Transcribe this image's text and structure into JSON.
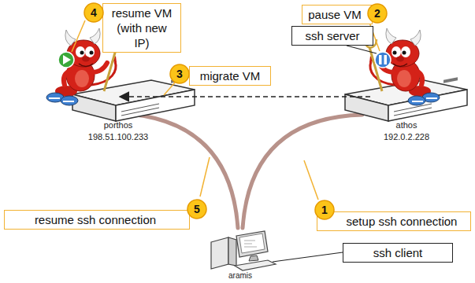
{
  "diagram": {
    "nodes": [
      {
        "text": [
          "4"
        ]
      },
      {
        "text": [
          "resume VM (with new IP)"
        ]
      },
      {
        "text": [
          "2"
        ]
      },
      {
        "text": [
          "pause VM"
        ]
      },
      {
        "text": [
          "ssh server"
        ]
      },
      {
        "text": [
          "3"
        ]
      },
      {
        "text": [
          "migrate VM"
        ]
      },
      {
        "text": [
          "5"
        ]
      },
      {
        "text": [
          "resume ssh connection"
        ]
      },
      {
        "text": [
          "1"
        ]
      },
      {
        "text": [
          "setup ssh connection"
        ]
      },
      {
        "text": [
          "ssh client"
        ]
      }
    ],
    "labels": [
      "porthos",
      "198.51.100.233",
      "athos",
      "192.0.2.228",
      "aramis"
    ]
  }
}
